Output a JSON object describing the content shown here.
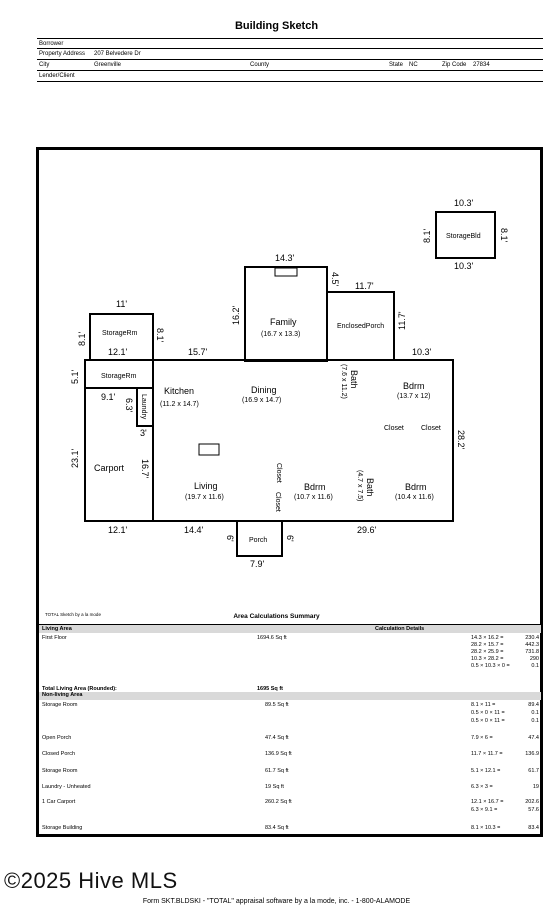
{
  "title": "Building Sketch",
  "header": {
    "borrower_label": "Borrower",
    "property_label": "Property Address",
    "property_value": "207 Belvedere Dr",
    "city_label": "City",
    "city_value": "Greenville",
    "county_label": "County",
    "state_label": "State",
    "state_value": "NC",
    "zip_label": "Zip Code",
    "zip_value": "27834",
    "lender_label": "Lender/Client"
  },
  "rooms": {
    "storage_bld": "StorageBld",
    "family": "Family",
    "family_dim": "(16.7 x 13.3)",
    "enclosed_porch": "EnclosedPorch",
    "storage_rm_1": "StorageRm",
    "storage_rm_2": "StorageRm",
    "kitchen": "Kitchen",
    "kitchen_dim": "(11.2 x 14.7)",
    "dining": "Dining",
    "dining_dim": "(16.9 x 14.7)",
    "bath_1": "Bath",
    "bath_1_dim": "(7.6 x 11.2)",
    "bdrm_1": "Bdrm",
    "bdrm_1_dim": "(13.7 x 12)",
    "laundry": "Laundry",
    "closet_1": "Closet",
    "closet_2": "Closet",
    "closet_3": "Closet",
    "closet_4": "Closet",
    "carport": "Carport",
    "living": "Living",
    "living_dim": "(19.7 x 11.6)",
    "bdrm_2": "Bdrm",
    "bdrm_2_dim": "(10.7 x 11.6)",
    "bath_2": "Bath",
    "bath_2_dim": "(4.7 x 7.5)",
    "bdrm_3": "Bdrm",
    "bdrm_3_dim": "(10.4 x 11.6)",
    "porch": "Porch"
  },
  "dims": {
    "sb_top": "10.3'",
    "sb_bot": "10.3'",
    "sb_left": "8.1'",
    "sb_right": "8.1'",
    "fam_top": "14.3'",
    "fam_left": "16.2'",
    "ep_small": "4.5'",
    "ep_top": "11.7'",
    "ep_right": "11.7'",
    "sr_top": "11'",
    "sr_left": "8.1'",
    "sr_right": "8.1'",
    "sr_bot": "12.1'",
    "main_top": "15.7'",
    "right_top": "10.3'",
    "sr2_left": "5.1'",
    "laundry_top": "9.1'",
    "laundry_left": "6.3'",
    "laundry_bot": "3'",
    "carport_left": "23.1'",
    "carport_right": "16.7'",
    "right_side": "28.2'",
    "bot_left": "12.1'",
    "bot_mid": "14.4'",
    "porch_left": "6'",
    "porch_right": "6'",
    "porch_bot": "7.9'",
    "bot_right": "29.6'"
  },
  "brand_note": "TOTAL Sketch by a la mode",
  "summary_title": "Area Calculations Summary",
  "calc": {
    "living_area": "Living Area",
    "calc_details": "Calculation Details",
    "first_floor": "First Floor",
    "first_floor_area": "1694.6 Sq ft",
    "ff_lines": [
      "14.3 × 16.2",
      "28.2 × 15.7",
      "28.2 × 25.9",
      "10.3 × 28.2",
      "0.5 × 10.3 × 0"
    ],
    "ff_values": [
      "230.4",
      "442.3",
      "731.8",
      "290",
      "0.1"
    ],
    "total_label": "Total Living Area (Rounded):",
    "total_value": "1695 Sq ft",
    "non_living": "Non-living Area",
    "items": [
      {
        "name": "Storage Room",
        "area": "89.5 Sq ft",
        "lines": [
          "8.1 × 11",
          "0.5 × 0 × 11",
          "0.5 × 0 × 11"
        ],
        "values": [
          "89.4",
          "0.1",
          "0.1"
        ]
      },
      {
        "name": "Open Porch",
        "area": "47.4 Sq ft",
        "lines": [
          "7.9 × 6"
        ],
        "values": [
          "47.4"
        ]
      },
      {
        "name": "Closed Porch",
        "area": "136.9 Sq ft",
        "lines": [
          "11.7 × 11.7"
        ],
        "values": [
          "136.9"
        ]
      },
      {
        "name": "Storage Room",
        "area": "61.7 Sq ft",
        "lines": [
          "5.1 × 12.1"
        ],
        "values": [
          "61.7"
        ]
      },
      {
        "name": "Laundry - Unheated",
        "area": "19 Sq ft",
        "lines": [
          "6.3 × 3"
        ],
        "values": [
          "19"
        ]
      },
      {
        "name": "1 Car Carport",
        "area": "260.2 Sq ft",
        "lines": [
          "12.1 × 16.7",
          "6.3 × 9.1"
        ],
        "values": [
          "202.6",
          "57.6"
        ]
      },
      {
        "name": "Storage Building",
        "area": "83.4 Sq ft",
        "lines": [
          "8.1 × 10.3"
        ],
        "values": [
          "83.4"
        ]
      }
    ]
  },
  "watermark": "©2025 Hive MLS",
  "footer": "Form SKT.BLDSKI - \"TOTAL\" appraisal software by a la mode, inc. - 1-800-ALAMODE"
}
